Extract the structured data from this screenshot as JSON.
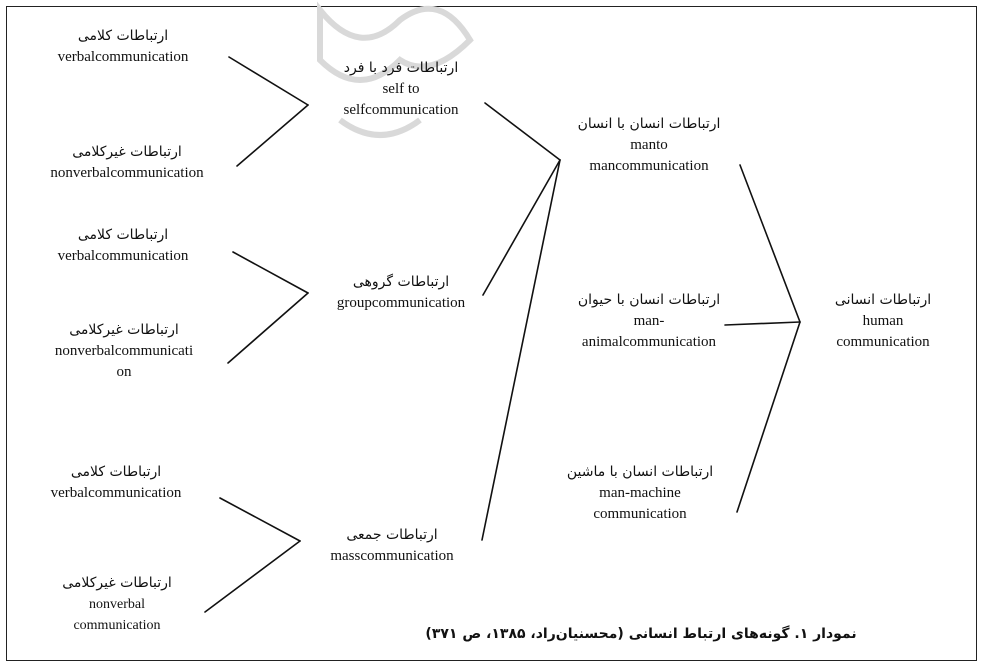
{
  "diagram": {
    "root": {
      "fa": "ارتباطات انسانی",
      "en_lines": [
        "human",
        "communication"
      ]
    },
    "level1": [
      {
        "fa": "ارتباطات انسان با انسان",
        "en_lines": [
          "manto",
          "mancommunication"
        ]
      },
      {
        "fa": "ارتباطات انسان با حیوان",
        "en_lines": [
          "man-",
          "animalcommunication"
        ]
      },
      {
        "fa": "ارتباطات انسان با ماشین",
        "en_lines": [
          "man-machine",
          "communication"
        ]
      }
    ],
    "level2": [
      {
        "fa": "ارتباطات فرد با فرد",
        "en_lines": [
          "self to",
          "selfcommunication"
        ]
      },
      {
        "fa": "ارتباطات گروهی",
        "en_lines": [
          "groupcommunication"
        ]
      },
      {
        "fa": "ارتباطات جمعی",
        "en_lines": [
          "masscommunication"
        ]
      }
    ],
    "level3": [
      {
        "fa": "ارتباطات کلامی",
        "en_lines": [
          "verbalcommunication"
        ]
      },
      {
        "fa": "ارتباطات غیرکلامی",
        "en_lines": [
          "nonverbalcommunication"
        ]
      },
      {
        "fa": "ارتباطات کلامی",
        "en_lines": [
          "verbalcommunication"
        ]
      },
      {
        "fa": "ارتباطات غیرکلامی",
        "en_lines": [
          "nonverbalcommunicati",
          "on"
        ]
      },
      {
        "fa": "ارتباطات کلامی",
        "en_lines": [
          "verbalcommunication"
        ]
      },
      {
        "fa": "ارتباطات غیرکلامی",
        "en_lines": [
          "nonverbal",
          "communication"
        ]
      }
    ],
    "caption": "نمودار ۱. گونه‌های ارتباط انسانی (محسنیان‌راد، ۱۳۸۵، ص ۳۷۱)"
  }
}
